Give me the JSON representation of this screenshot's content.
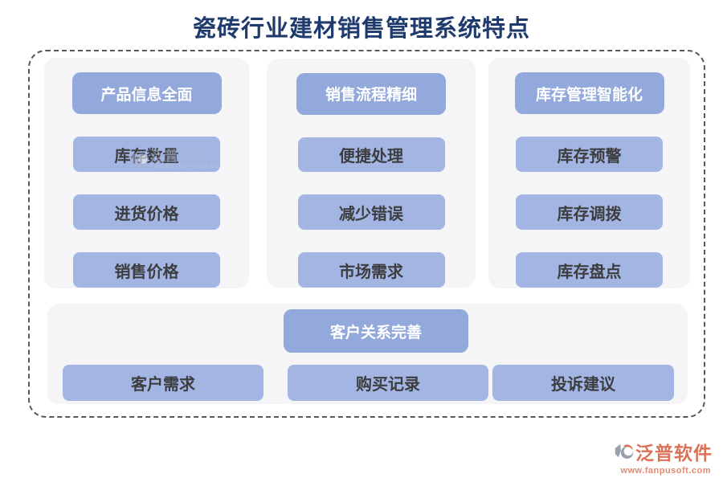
{
  "title": "瓷砖行业建材销售管理系统特点",
  "groups": [
    {
      "header": "产品信息全面",
      "items": [
        "库存数量",
        "进货价格",
        "销售价格"
      ]
    },
    {
      "header": "销售流程精细",
      "items": [
        "便捷处理",
        "减少错误",
        "市场需求"
      ]
    },
    {
      "header": "库存管理智能化",
      "items": [
        "库存预警",
        "库存调拨",
        "库存盘点"
      ]
    },
    {
      "header": "客户关系完善",
      "items": [
        "客户需求",
        "购买记录",
        "投诉建议"
      ]
    }
  ],
  "watermark": {
    "brand": "泛普软件",
    "subtext": "FANPU SOFTWARE"
  },
  "footer": {
    "brand": "泛普软件",
    "url": "www.fanpusoft.com"
  },
  "icons": {
    "brand_logo": "fanpu-swirl-logo"
  },
  "colors": {
    "title": "#1f3a6d",
    "header_card": "#93a9dc",
    "item_card": "#a3b5e3",
    "item_text": "#3d3d40",
    "panel_bg": "#f5f5f7",
    "frame_border": "#58585c",
    "brand_red": "#dc7258",
    "url_red": "#e08a74"
  }
}
